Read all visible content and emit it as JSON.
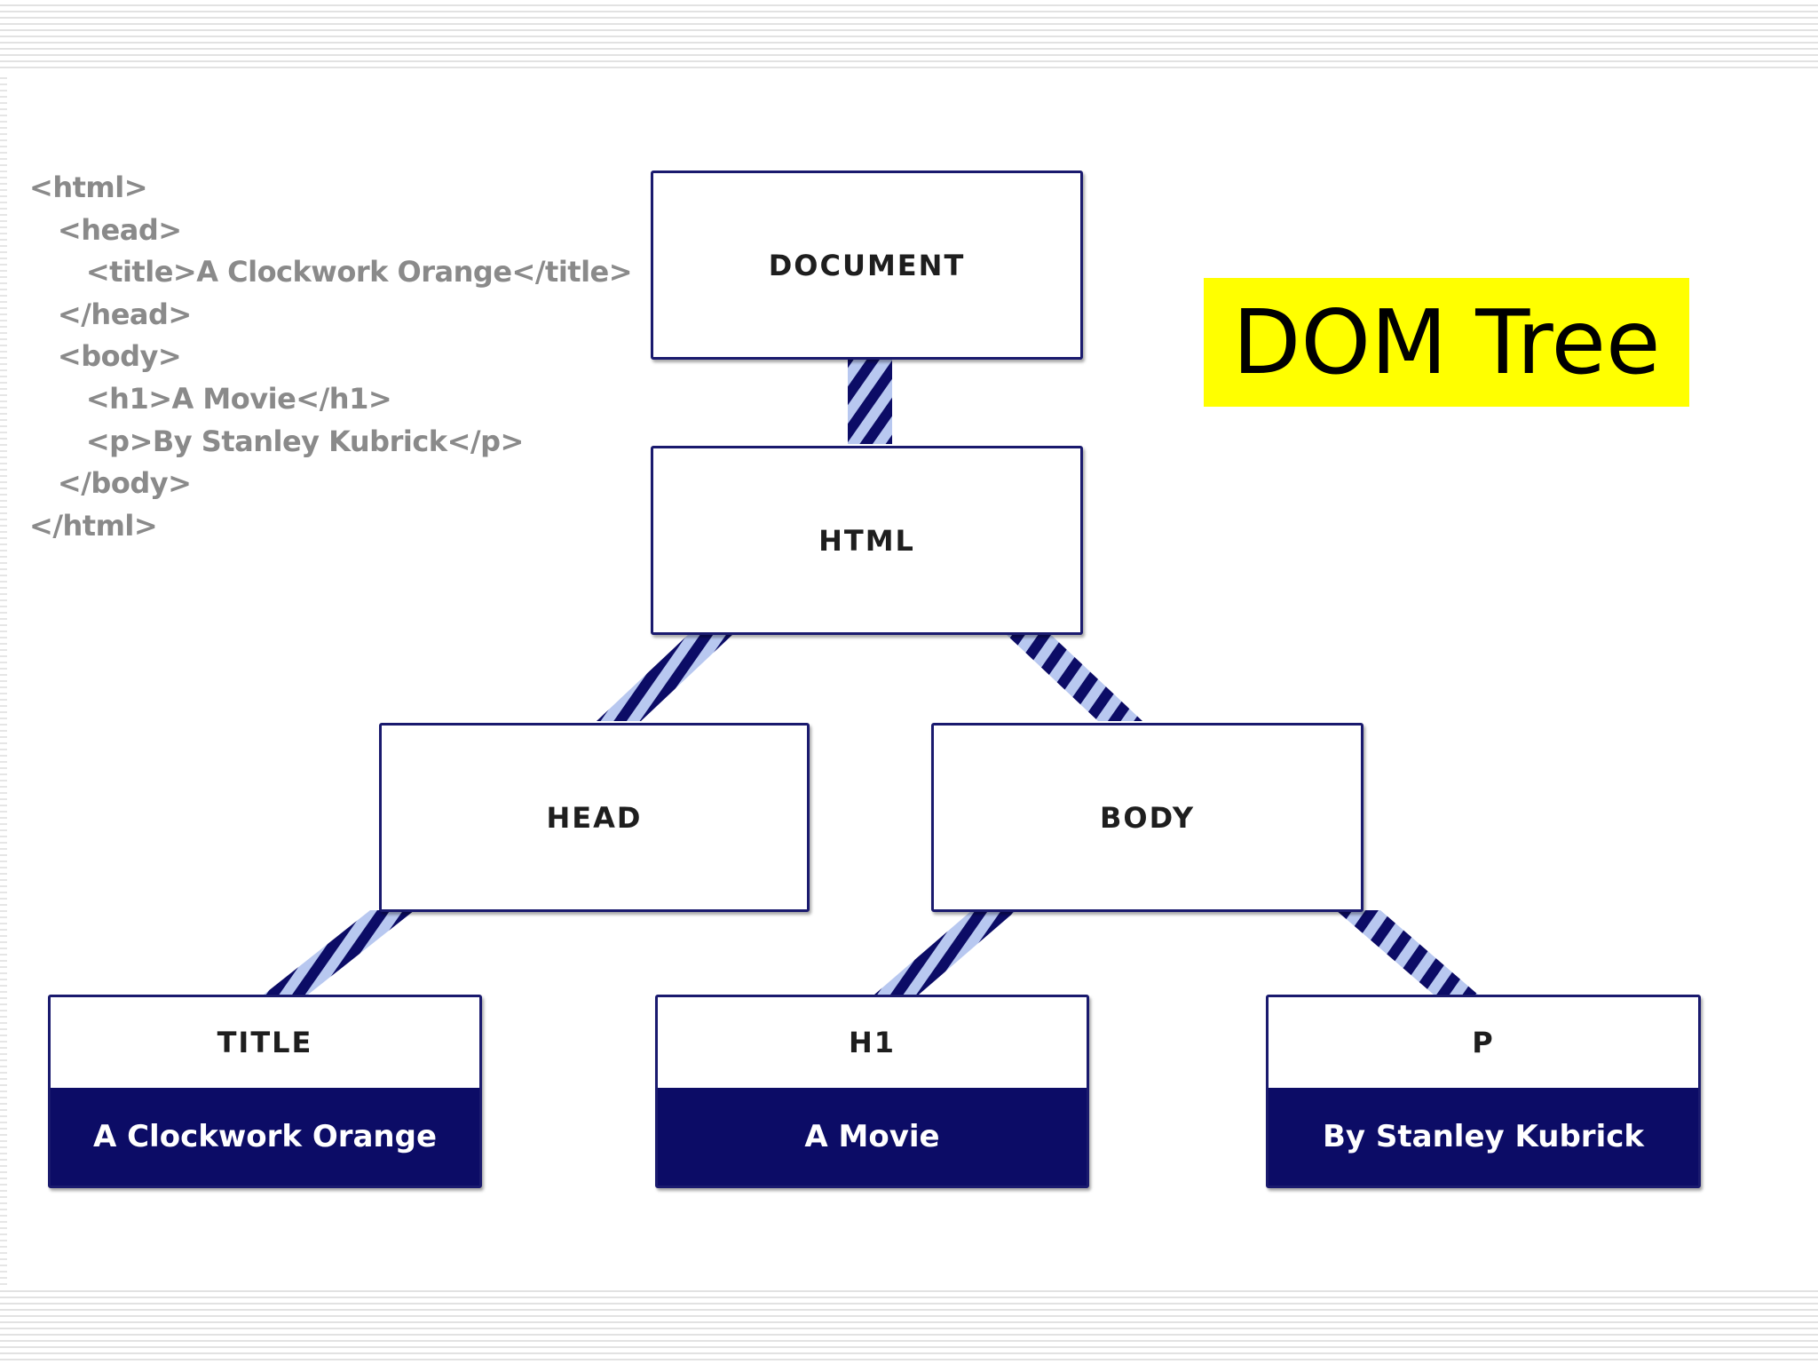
{
  "title": "DOM Tree",
  "source_code": [
    "<html>",
    "   <head>",
    "      <title>A Clockwork Orange</title>",
    "   </head>",
    "   <body>",
    "      <h1>A Movie</h1>",
    "      <p>By Stanley Kubrick</p>",
    "   </body>",
    "</html>"
  ],
  "nodes": {
    "document": "DOCUMENT",
    "html": "HTML",
    "head": "HEAD",
    "body": "BODY",
    "title": {
      "label": "TITLE",
      "value": "A Clockwork Orange"
    },
    "h1": {
      "label": "H1",
      "value": "A Movie"
    },
    "p": {
      "label": "P",
      "value": "By Stanley Kubrick"
    }
  },
  "edges": [
    [
      "document",
      "html"
    ],
    [
      "html",
      "head"
    ],
    [
      "html",
      "body"
    ],
    [
      "head",
      "title"
    ],
    [
      "body",
      "h1"
    ],
    [
      "body",
      "p"
    ]
  ],
  "colors": {
    "highlight": "#ffff00",
    "node_border": "#1a1a6e",
    "leaf_fill": "#0c0c66",
    "connector_dark": "#0c0c66",
    "connector_light": "#b8c8f0",
    "code_text": "#8a8a8a"
  }
}
